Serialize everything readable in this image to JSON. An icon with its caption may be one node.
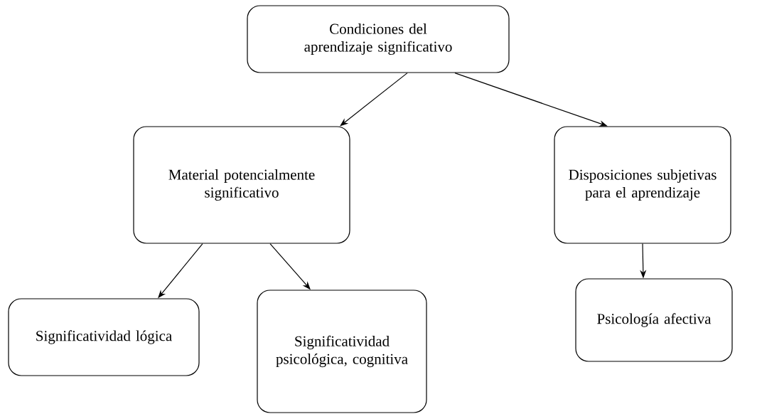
{
  "diagram": {
    "nodes": [
      {
        "text": [
          "Condiciones del aprendizaje significativo"
        ]
      },
      {
        "text": [
          "Material potencialmente significativo"
        ]
      },
      {
        "text": [
          "Disposiciones subjetivas para el aprendizaje"
        ]
      },
      {
        "text": [
          "Significatividad lógica"
        ]
      },
      {
        "text": [
          "Significatividad psicológica, cognitiva"
        ]
      },
      {
        "text": [
          "Psicología afectiva"
        ]
      }
    ],
    "edges": [
      {
        "from": 0,
        "to": 1,
        "arrow": "to"
      },
      {
        "from": 0,
        "to": 2,
        "arrow": "to"
      },
      {
        "from": 1,
        "to": 3,
        "arrow": "to"
      },
      {
        "from": 1,
        "to": 4,
        "arrow": "to"
      },
      {
        "from": 2,
        "to": 5,
        "arrow": "to"
      }
    ]
  }
}
